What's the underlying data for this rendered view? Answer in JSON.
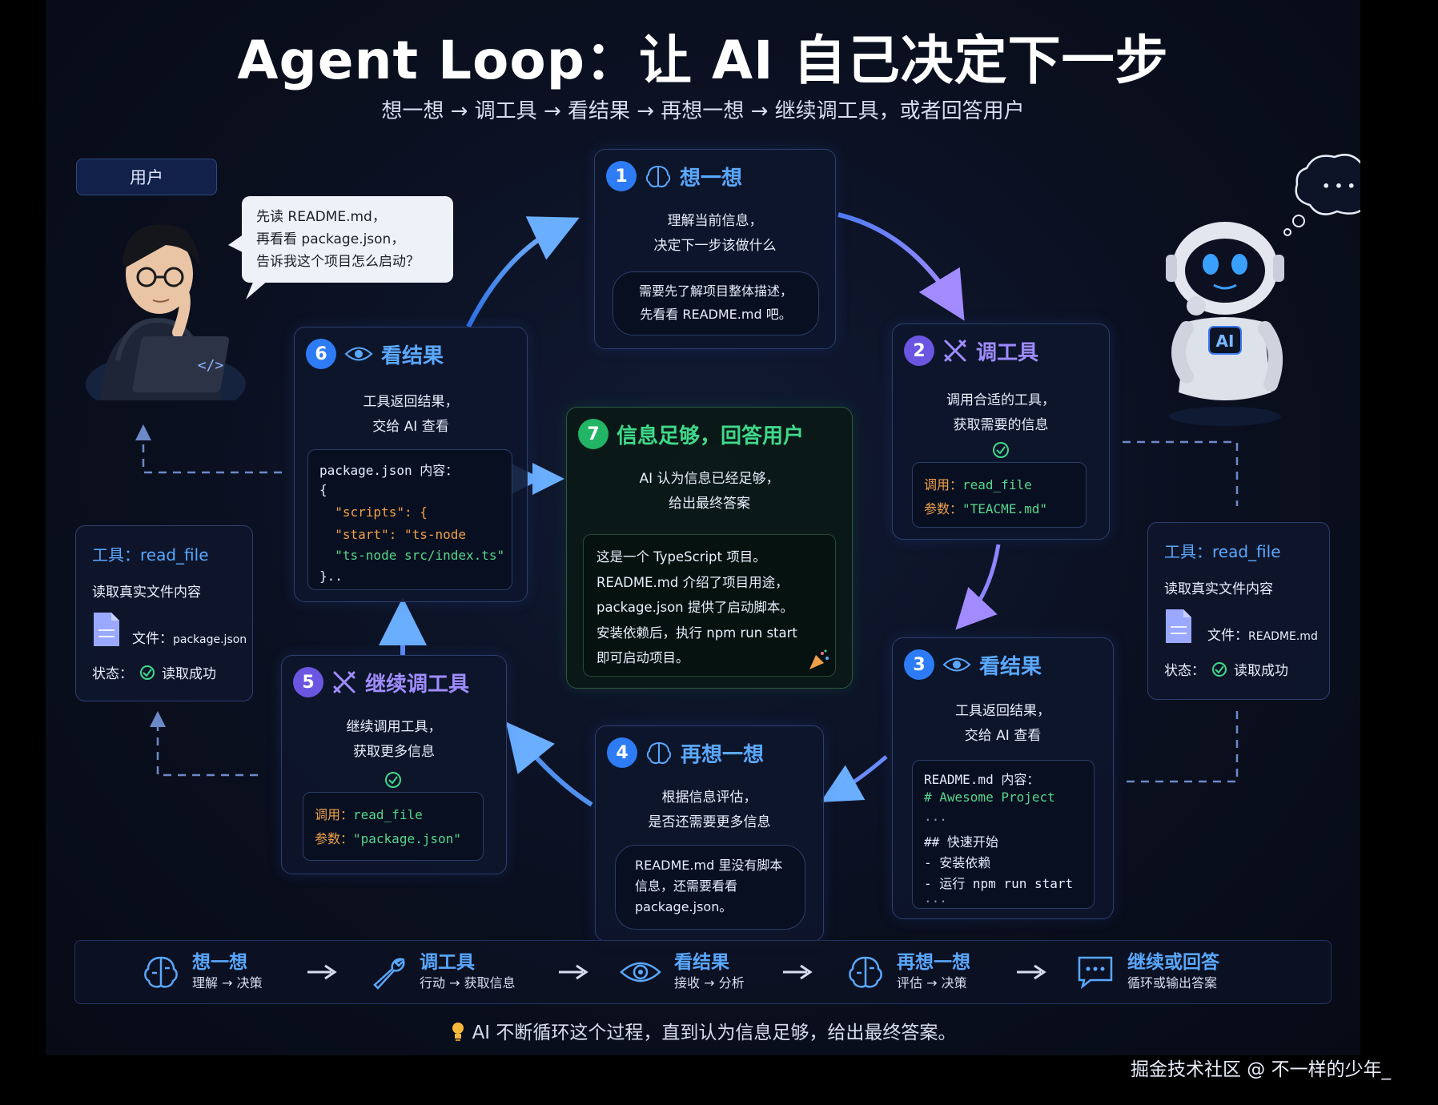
{
  "title": "Agent Loop：让 AI 自己决定下一步",
  "subtitle": "想一想 → 调工具 → 看结果 → 再想一想 → 继续调工具，或者回答用户",
  "user": {
    "label": "用户",
    "bubble": [
      "先读 README.md，",
      "再看看 package.json，",
      "告诉我这个项目怎么启动？"
    ],
    "laptop_glyph": "</>"
  },
  "robot": {
    "chest": "AI",
    "thought": "• • •"
  },
  "steps": {
    "s1": {
      "num": "1",
      "title": "想一想",
      "desc": [
        "理解当前信息，",
        "决定下一步该做什么"
      ],
      "note": [
        "需要先了解项目整体描述，",
        "先看看 README.md 吧。"
      ]
    },
    "s2": {
      "num": "2",
      "title": "调工具",
      "desc": [
        "调用合适的工具，",
        "获取需要的信息"
      ],
      "call_label": "调用：",
      "call_value": "read_file",
      "param_label": "参数：",
      "param_value": "\"TEACME.md\""
    },
    "s3": {
      "num": "3",
      "title": "看结果",
      "desc": [
        "工具返回结果，",
        "交给 AI 查看"
      ],
      "lines": [
        "README.md 内容：",
        "# Awesome Project",
        "...",
        "## 快速开始",
        "- 安装依赖",
        "- 运行 npm run start",
        "..."
      ]
    },
    "s4": {
      "num": "4",
      "title": "再想一想",
      "desc": [
        "根据信息评估，",
        "是否还需要更多信息"
      ],
      "note": [
        "README.md 里没有脚本",
        "信息，还需要看看",
        "package.json。"
      ]
    },
    "s5": {
      "num": "5",
      "title": "继续调工具",
      "desc": [
        "继续调用工具，",
        "获取更多信息"
      ],
      "call_label": "调用：",
      "call_value": "read_file",
      "param_label": "参数：",
      "param_value": "\"package.json\""
    },
    "s6": {
      "num": "6",
      "title": "看结果",
      "desc": [
        "工具返回结果，",
        "交给 AI 查看"
      ],
      "lines": [
        "package.json 内容：",
        "{",
        "  \"scripts\": {",
        "  \"start\": \"ts-node",
        "  \"ts-node src/index.ts\"",
        "}.."
      ]
    },
    "s7": {
      "num": "7",
      "title": "信息足够，回答用户",
      "desc": [
        "AI 认为信息已经足够，",
        "给出最终答案"
      ],
      "answer": [
        "这是一个 TypeScript 项目。",
        "README.md 介绍了项目用途，",
        "package.json 提供了启动脚本。",
        "安装依赖后，执行 npm run start",
        "即可启动项目。"
      ]
    }
  },
  "tool_left": {
    "title": "工具：read_file",
    "desc": "读取真实文件内容",
    "file_label": "文件：",
    "file_value": "package.json",
    "status_label": "状态：",
    "status_value": "读取成功"
  },
  "tool_right": {
    "title": "工具：read_file",
    "desc": "读取真实文件内容",
    "file_label": "文件：",
    "file_value": "README.md",
    "status_label": "状态：",
    "status_value": "读取成功"
  },
  "bottom": [
    {
      "title": "想一想",
      "desc": "理解 → 决策",
      "icon": "brain-icon"
    },
    {
      "title": "调工具",
      "desc": "行动 → 获取信息",
      "icon": "wrench-icon"
    },
    {
      "title": "看结果",
      "desc": "接收 → 分析",
      "icon": "eye-icon"
    },
    {
      "title": "再想一想",
      "desc": "评估 → 决策",
      "icon": "brain-icon"
    },
    {
      "title": "继续或回答",
      "desc": "循环或输出答案",
      "icon": "chat-icon"
    }
  ],
  "footer": "AI 不断循环这个过程，直到认为信息足够，给出最终答案。",
  "watermark": "掘金技术社区 @ 不一样的少年_",
  "colors": {
    "blue": "#5aa8ff",
    "purple": "#9f8cff",
    "green": "#40d98a",
    "panel": "#0a0f1e"
  }
}
